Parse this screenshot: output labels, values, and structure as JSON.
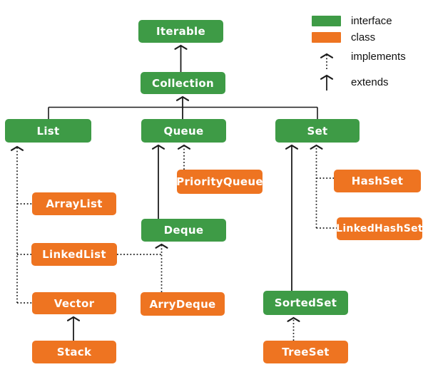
{
  "diagram": {
    "nodes": {
      "iterable": {
        "label": "Iterable",
        "type": "interface"
      },
      "collection": {
        "label": "Collection",
        "type": "interface"
      },
      "list": {
        "label": "List",
        "type": "interface"
      },
      "queue": {
        "label": "Queue",
        "type": "interface"
      },
      "set": {
        "label": "Set",
        "type": "interface"
      },
      "priorityqueue": {
        "label": "PriorityQueue",
        "type": "class"
      },
      "hashset": {
        "label": "HashSet",
        "type": "class"
      },
      "arraylist": {
        "label": "ArrayList",
        "type": "class"
      },
      "deque": {
        "label": "Deque",
        "type": "interface"
      },
      "linkedhashset": {
        "label": "LinkedHashSet",
        "type": "class"
      },
      "linkedlist": {
        "label": "LinkedList",
        "type": "class"
      },
      "vector": {
        "label": "Vector",
        "type": "class"
      },
      "arrydeque": {
        "label": "ArryDeque",
        "type": "class"
      },
      "sortedset": {
        "label": "SortedSet",
        "type": "interface"
      },
      "stack": {
        "label": "Stack",
        "type": "class"
      },
      "treeset": {
        "label": "TreeSet",
        "type": "class"
      }
    },
    "relations": [
      {
        "from": "Collection",
        "to": "Iterable",
        "type": "extends"
      },
      {
        "from": "List",
        "to": "Collection",
        "type": "extends"
      },
      {
        "from": "Queue",
        "to": "Collection",
        "type": "extends"
      },
      {
        "from": "Set",
        "to": "Collection",
        "type": "extends"
      },
      {
        "from": "ArrayList",
        "to": "List",
        "type": "implements"
      },
      {
        "from": "LinkedList",
        "to": "List",
        "type": "implements"
      },
      {
        "from": "Vector",
        "to": "List",
        "type": "implements"
      },
      {
        "from": "Stack",
        "to": "Vector",
        "type": "extends"
      },
      {
        "from": "Deque",
        "to": "Queue",
        "type": "extends"
      },
      {
        "from": "PriorityQueue",
        "to": "Queue",
        "type": "implements"
      },
      {
        "from": "LinkedList",
        "to": "Deque",
        "type": "implements"
      },
      {
        "from": "ArryDeque",
        "to": "Deque",
        "type": "implements"
      },
      {
        "from": "SortedSet",
        "to": "Set",
        "type": "extends"
      },
      {
        "from": "HashSet",
        "to": "Set",
        "type": "implements"
      },
      {
        "from": "LinkedHashSet",
        "to": "Set",
        "type": "implements"
      },
      {
        "from": "TreeSet",
        "to": "SortedSet",
        "type": "implements"
      }
    ]
  },
  "legend": {
    "interface_label": "interface",
    "class_label": "class",
    "implements_label": "implements",
    "extends_label": "extends"
  },
  "colors": {
    "interface": "#3e9b46",
    "class": "#ee7421",
    "line": "#1c1c1c",
    "node_text": "#ffffff",
    "legend_text": "#111111",
    "background": "#ffffff"
  }
}
